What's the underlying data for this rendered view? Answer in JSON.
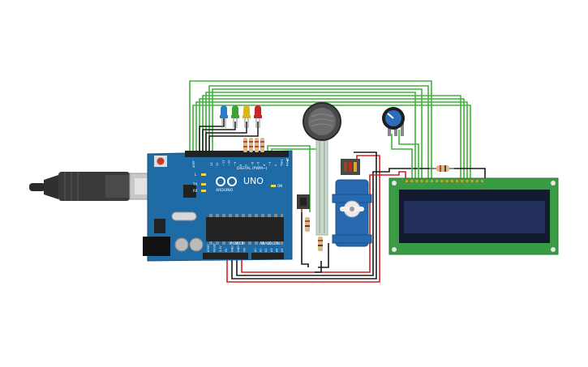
{
  "board": {
    "brand_label": "UNO",
    "logo_text": "ARDUINO",
    "digital_header": "DIGITAL (PWM~)",
    "power_header": "POWER",
    "analog_header": "ANALOG IN",
    "on_label": "ON",
    "l_label": "L",
    "tx_label": "TX",
    "rx_label": "RX",
    "aref_label": "AREF",
    "gnd_label": "GND",
    "digital_pins": [
      "13",
      "12",
      "~11",
      "~10",
      "~9",
      "8",
      "7",
      "~6",
      "~5",
      "4",
      "~3",
      "2",
      "TX▸1",
      "RX◀0"
    ],
    "power_pins": [
      "IOREF",
      "RESET",
      "3.3V",
      "5V",
      "GND",
      "GND",
      "Vin"
    ],
    "analog_pins": [
      "A0",
      "A1",
      "A2",
      "A3",
      "A4",
      "A5"
    ]
  },
  "leds": [
    {
      "color": "#2e7bc4"
    },
    {
      "color": "#3aa335"
    },
    {
      "color": "#d9b61b"
    },
    {
      "color": "#c9232b"
    }
  ],
  "colors": {
    "board_blue": "#1f6ba5",
    "wire_green": "#3eb33a",
    "wire_red": "#d62020",
    "wire_black": "#1a1a1a",
    "lcd_green": "#3a9b45",
    "lcd_screen": "#24305e"
  },
  "components": [
    "arduino-uno",
    "usb-cable",
    "led-blue",
    "led-green",
    "led-yellow",
    "led-red",
    "force-sensor",
    "potentiometer",
    "push-button",
    "servo",
    "lcd-16x2",
    "resistors"
  ]
}
